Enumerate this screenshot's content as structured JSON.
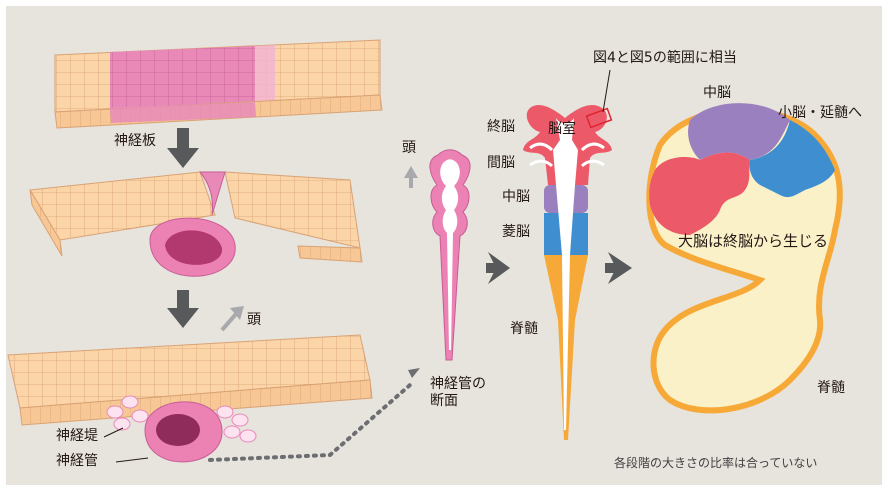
{
  "labels": {
    "neural_plate": "神経板",
    "head_mid": "頭",
    "head_tube": "頭",
    "neural_crest": "神経堤",
    "neural_tube": "神経管",
    "cross_section": "神経管の\n断面",
    "telencephalon": "終脳",
    "diencephalon": "間脳",
    "midbrain": "中脳",
    "rhombencephalon": "菱脳",
    "spinal_cord": "脊髄",
    "ventricle": "脳室",
    "range_note": "図4と図5の範囲に相当",
    "midbrain_right": "中脳",
    "cerebellum_medulla": "小脳・延髄へ",
    "cerebrum_note": "大脳は終脳から生じる",
    "spinal_cord_right": "脊髄",
    "scale_note": "各段階の大きさの比率は合っていない"
  },
  "colors": {
    "background": "#e7e3dd",
    "tissue": "#fbd5a8",
    "tissue_stroke": "#d9a273",
    "plate_pink": "#e889b8",
    "tube_pink": "#ec82b4",
    "forebrain_red": "#ec5a6a",
    "midbrain_purple": "#9b80bf",
    "hindbrain_blue": "#3f8fd0",
    "spinal_orange": "#f7a938",
    "brain_fill": "#fbf1c8",
    "arrow_gray": "#58595b"
  }
}
